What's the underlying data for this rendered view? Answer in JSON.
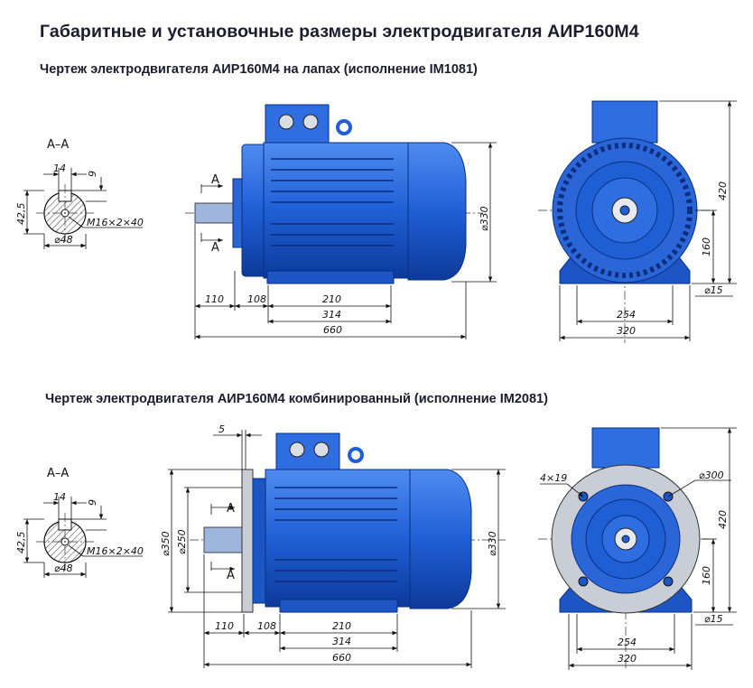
{
  "title": "Габаритные и установочные размеры электродвигателя АИР160М4",
  "drawing1": {
    "subtitle": "Чертеж электродвигателя АИР160М4 на лапах (исполнение IM1081)",
    "section_label": "А–А",
    "section_mark": "А",
    "shaft": {
      "key_width": "14",
      "key_depth": "9",
      "height": "42,5",
      "thread": "M16×2×40",
      "diameter": "⌀48"
    },
    "side": {
      "d1": "110",
      "d2": "108",
      "d3": "210",
      "d4": "314",
      "d5": "660",
      "height": "⌀330"
    },
    "front": {
      "w1": "254",
      "w2": "320",
      "h1": "420",
      "h2": "160",
      "hole": "⌀15"
    }
  },
  "drawing2": {
    "subtitle": "Чертеж электродвигателя АИР160М4 комбинированный (исполнение IM2081)",
    "section_label": "А–А",
    "section_mark": "А",
    "shaft": {
      "key_width": "14",
      "key_depth": "9",
      "height": "42,5",
      "thread": "M16×2×40",
      "diameter": "⌀48"
    },
    "side": {
      "flange_gap": "5",
      "d1": "110",
      "d2": "108",
      "d3": "210",
      "d4": "314",
      "d5": "660",
      "h_flange": "⌀350",
      "h_spigot": "⌀250",
      "height": "⌀330"
    },
    "front": {
      "w1": "254",
      "w2": "320",
      "h1": "420",
      "h2": "160",
      "hole": "⌀15",
      "bolt_holes": "4×19",
      "pcd": "⌀300"
    }
  },
  "colors": {
    "motor_blue": "#1f5fd6",
    "motor_dark": "#0d3a9a",
    "motor_light": "#4f8cf0",
    "flange_grey": "#c9ced6",
    "line": "#111111"
  }
}
